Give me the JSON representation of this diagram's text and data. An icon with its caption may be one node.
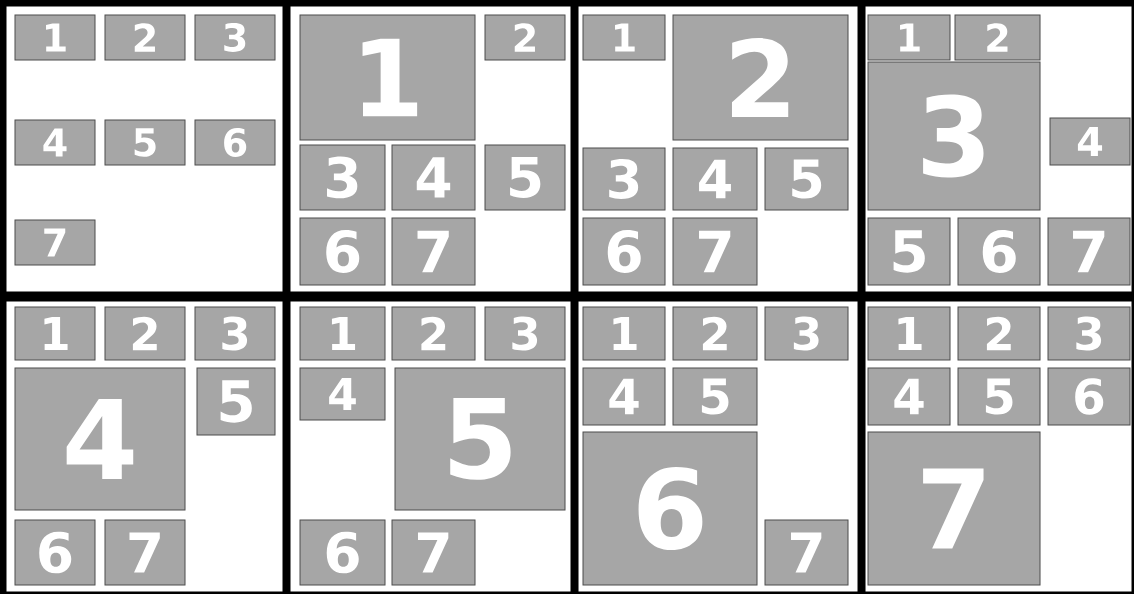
{
  "diagram": {
    "nodes": [
      {
        "text": [],
        "shape": "box"
      },
      {
        "text": [
          "1"
        ],
        "in": 0
      },
      {
        "text": [
          "2"
        ],
        "in": 0
      },
      {
        "text": [
          "3"
        ],
        "in": 0
      },
      {
        "text": [
          "4"
        ],
        "in": 0
      },
      {
        "text": [
          "5"
        ],
        "in": 0
      },
      {
        "text": [
          "6"
        ],
        "in": 0
      },
      {
        "text": [
          "7"
        ],
        "in": 0
      },
      {
        "text": [],
        "shape": "box"
      },
      {
        "text": [
          "1"
        ],
        "in": 8
      },
      {
        "text": [
          "2"
        ],
        "in": 8
      },
      {
        "text": [
          "3"
        ],
        "in": 8
      },
      {
        "text": [
          "4"
        ],
        "in": 8
      },
      {
        "text": [
          "5"
        ],
        "in": 8
      },
      {
        "text": [
          "6"
        ],
        "in": 8
      },
      {
        "text": [
          "7"
        ],
        "in": 8
      },
      {
        "text": [],
        "shape": "box"
      },
      {
        "text": [
          "1"
        ],
        "in": 16
      },
      {
        "text": [
          "2"
        ],
        "in": 16
      },
      {
        "text": [
          "3"
        ],
        "in": 16
      },
      {
        "text": [
          "4"
        ],
        "in": 16
      },
      {
        "text": [
          "5"
        ],
        "in": 16
      },
      {
        "text": [
          "6"
        ],
        "in": 16
      },
      {
        "text": [
          "7"
        ],
        "in": 16
      },
      {
        "text": [],
        "shape": "box"
      },
      {
        "text": [
          "1"
        ],
        "in": 24
      },
      {
        "text": [
          "2"
        ],
        "in": 24
      },
      {
        "text": [
          "3"
        ],
        "in": 24
      },
      {
        "text": [
          "4"
        ],
        "in": 24
      },
      {
        "text": [
          "5"
        ],
        "in": 24
      },
      {
        "text": [
          "6"
        ],
        "in": 24
      },
      {
        "text": [
          "7"
        ],
        "in": 24
      },
      {
        "text": [],
        "shape": "box"
      },
      {
        "text": [
          "1"
        ],
        "in": 32
      },
      {
        "text": [
          "2"
        ],
        "in": 32
      },
      {
        "text": [
          "3"
        ],
        "in": 32
      },
      {
        "text": [
          "4"
        ],
        "in": 32
      },
      {
        "text": [
          "5"
        ],
        "in": 32
      },
      {
        "text": [
          "6"
        ],
        "in": 32
      },
      {
        "text": [
          "7"
        ],
        "in": 32
      },
      {
        "text": [],
        "shape": "box"
      },
      {
        "text": [
          "1"
        ],
        "in": 40
      },
      {
        "text": [
          "2"
        ],
        "in": 40
      },
      {
        "text": [
          "3"
        ],
        "in": 40
      },
      {
        "text": [
          "4"
        ],
        "in": 40
      },
      {
        "text": [
          "5"
        ],
        "in": 40
      },
      {
        "text": [
          "6"
        ],
        "in": 40
      },
      {
        "text": [
          "7"
        ],
        "in": 40
      },
      {
        "text": [],
        "shape": "box"
      },
      {
        "text": [
          "1"
        ],
        "in": 48
      },
      {
        "text": [
          "2"
        ],
        "in": 48
      },
      {
        "text": [
          "3"
        ],
        "in": 48
      },
      {
        "text": [
          "4"
        ],
        "in": 48
      },
      {
        "text": [
          "5"
        ],
        "in": 48
      },
      {
        "text": [
          "6"
        ],
        "in": 48
      },
      {
        "text": [
          "7"
        ],
        "in": 48
      },
      {
        "text": [],
        "shape": "box"
      },
      {
        "text": [
          "1"
        ],
        "in": 56
      },
      {
        "text": [
          "2"
        ],
        "in": 56
      },
      {
        "text": [
          "3"
        ],
        "in": 56
      },
      {
        "text": [
          "4"
        ],
        "in": 56
      },
      {
        "text": [
          "5"
        ],
        "in": 56
      },
      {
        "text": [
          "6"
        ],
        "in": 56
      },
      {
        "text": [
          "7"
        ],
        "in": 56
      }
    ]
  }
}
